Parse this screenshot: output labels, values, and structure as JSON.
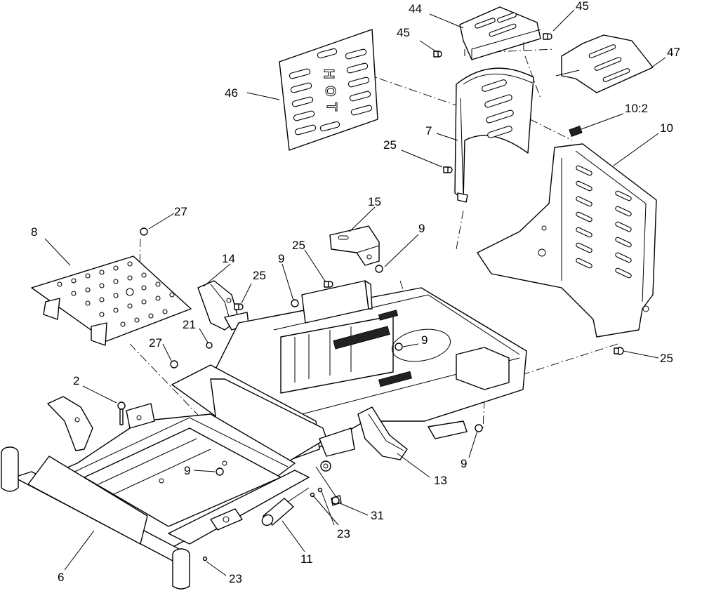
{
  "callouts": [
    {
      "id": "c44",
      "label": "44"
    },
    {
      "id": "c45a",
      "label": "45"
    },
    {
      "id": "c45b",
      "label": "45"
    },
    {
      "id": "c47",
      "label": "47"
    },
    {
      "id": "c46",
      "label": "46"
    },
    {
      "id": "c10_2",
      "label": "10:2"
    },
    {
      "id": "c10",
      "label": "10"
    },
    {
      "id": "c7",
      "label": "7"
    },
    {
      "id": "c25a",
      "label": "25"
    },
    {
      "id": "c15",
      "label": "15"
    },
    {
      "id": "c27a",
      "label": "27"
    },
    {
      "id": "c8",
      "label": "8"
    },
    {
      "id": "c9a",
      "label": "9"
    },
    {
      "id": "c25b",
      "label": "25"
    },
    {
      "id": "c14",
      "label": "14"
    },
    {
      "id": "c25c",
      "label": "25"
    },
    {
      "id": "c9b",
      "label": "9"
    },
    {
      "id": "c21",
      "label": "21"
    },
    {
      "id": "c9c",
      "label": "9"
    },
    {
      "id": "c27b",
      "label": "27"
    },
    {
      "id": "c25d",
      "label": "25"
    },
    {
      "id": "c2",
      "label": "2"
    },
    {
      "id": "c9d",
      "label": "9"
    },
    {
      "id": "c13",
      "label": "13"
    },
    {
      "id": "c9e",
      "label": "9"
    },
    {
      "id": "c31",
      "label": "31"
    },
    {
      "id": "c23a",
      "label": "23"
    },
    {
      "id": "c11",
      "label": "11"
    },
    {
      "id": "c6",
      "label": "6"
    },
    {
      "id": "c23b",
      "label": "23"
    }
  ],
  "heat_shield_text": [
    "H",
    "O",
    "T"
  ]
}
